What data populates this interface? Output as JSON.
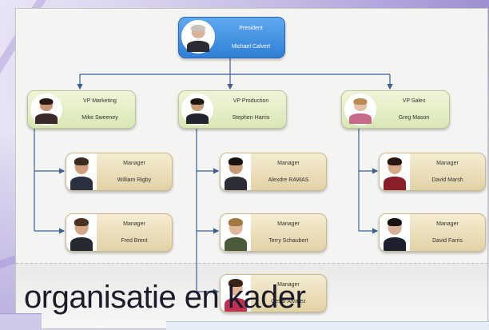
{
  "slide": {
    "title": "organisatie en kader"
  },
  "org_chart": {
    "president": {
      "role": "President",
      "name": "Michael Calvert"
    },
    "vps": [
      {
        "role": "VP Marketing",
        "name": "Mike Sweeney"
      },
      {
        "role": "VP Production",
        "name": "Stephen Harris"
      },
      {
        "role": "VP Sales",
        "name": "Greg Mason"
      }
    ],
    "managers": [
      {
        "role": "Manager",
        "name": "William Rigby"
      },
      {
        "role": "Manager",
        "name": "Fred Brent"
      },
      {
        "role": "Manager",
        "name": "Alexdre RAWAS"
      },
      {
        "role": "Manager",
        "name": "Terry Schaubert"
      },
      {
        "role": "Manager",
        "name": "Cesar Alvarez"
      },
      {
        "role": "Manager",
        "name": "David Marsh"
      },
      {
        "role": "Manager",
        "name": "David Farris"
      }
    ]
  },
  "colors": {
    "president_fill": "#3d8be0",
    "vp_fill": "#e4eec7",
    "manager_fill": "#ecdfb9",
    "connector": "#3c5f94",
    "title_text": "#1b1b2b"
  },
  "icons": [
    "person-photo-icon"
  ]
}
